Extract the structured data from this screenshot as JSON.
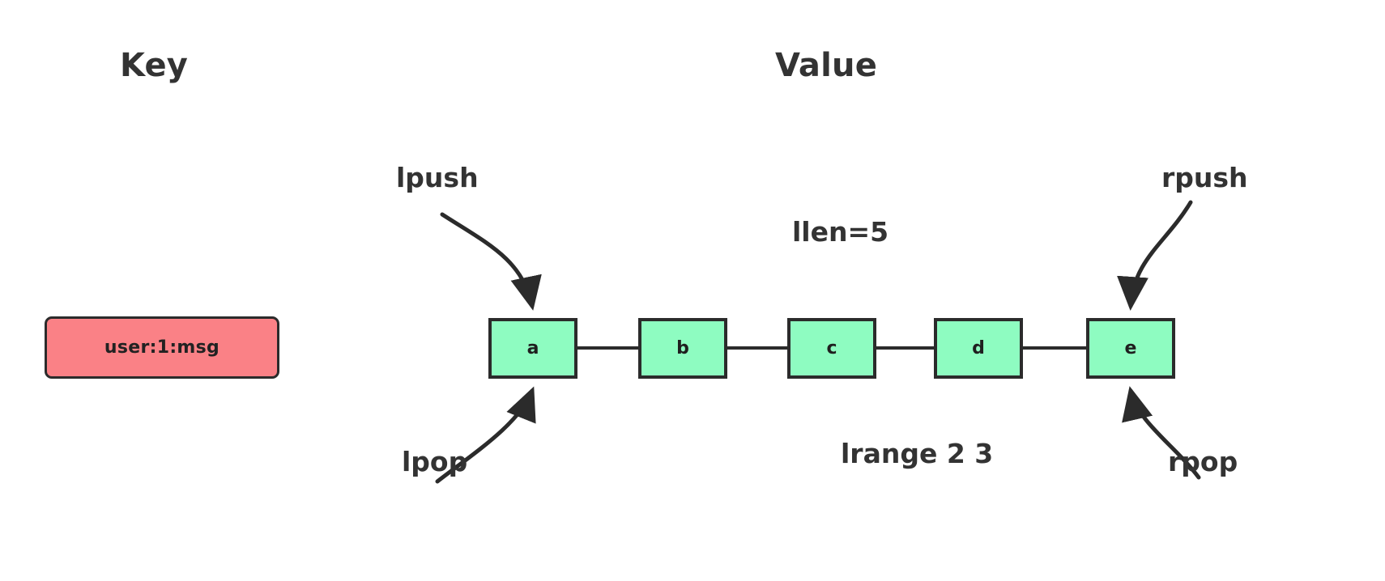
{
  "page": {
    "background": "#ffffff",
    "title_key": "Key",
    "title_value": "Value"
  },
  "colors": {
    "key_fill": "#FA8186",
    "node_fill": "#8EFCC1",
    "stroke": "#2b2b2b",
    "text": "#333333"
  },
  "key_entry": {
    "label": "user:1:msg"
  },
  "list": {
    "nodes": [
      {
        "label": "a"
      },
      {
        "label": "b"
      },
      {
        "label": "c"
      },
      {
        "label": "d"
      },
      {
        "label": "e"
      }
    ],
    "length_annotation": "llen=5",
    "range_annotation": "lrange 2 3"
  },
  "operations": {
    "lpush": {
      "label": "lpush",
      "target": "a",
      "direction": "into-head-top"
    },
    "rpush": {
      "label": "rpush",
      "target": "e",
      "direction": "into-tail-top"
    },
    "lpop": {
      "label": "lpop",
      "target": "a",
      "direction": "out-of-head-bottom"
    },
    "rpop": {
      "label": "rpop",
      "target": "e",
      "direction": "out-of-tail-bottom"
    }
  }
}
